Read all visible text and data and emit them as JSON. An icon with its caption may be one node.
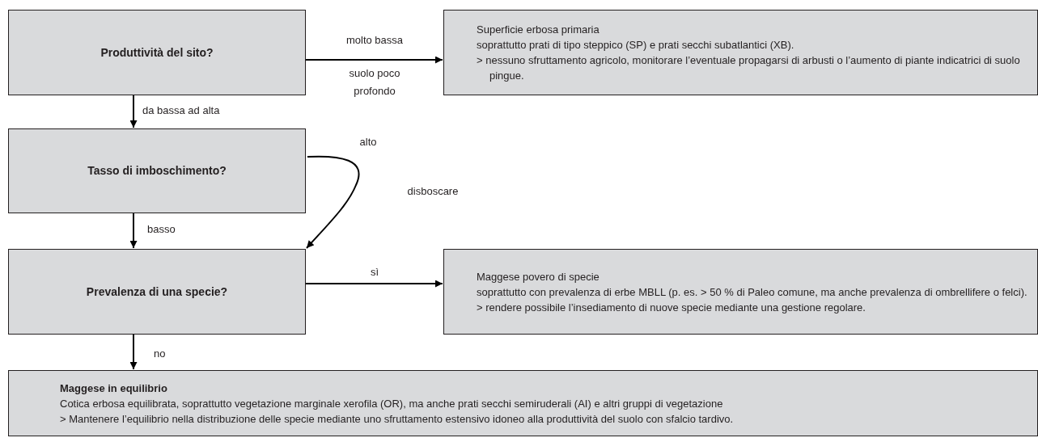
{
  "diagram": {
    "nodes": [
      {
        "text": [
          "Produttività del sito?"
        ]
      },
      {
        "text": [
          "Superficie erbosa primaria",
          "soprattutto prati di tipo steppico (SP) e prati secchi subatlantici (XB).",
          "> nessuno sfruttamento agricolo, monitorare l’eventuale propagarsi di arbusti o l’aumento di piante indicatrici di suolo pingue."
        ]
      },
      {
        "text": [
          "Tasso di imboschimento?"
        ]
      },
      {
        "text": [
          "Prevalenza di una specie?"
        ]
      },
      {
        "text": [
          "Maggese povero di specie",
          "soprattutto con prevalenza di erbe MBLL (p. es. > 50 % di Paleo comune, ma anche prevalenza di ombrellifere o felci).",
          "> rendere possibile l’insediamento di nuove specie mediante una gestione regolare."
        ]
      },
      {
        "text": [
          "Maggese in equilibrio",
          "Cotica erbosa equilibrata, soprattutto vegetazione marginale xerofila (OR), ma anche prati secchi semiruderali (AI) e altri gruppi di vegetazione",
          "> Mantenere l’equilibrio nella distribuzione delle specie mediante uno sfruttamento estensivo idoneo alla produttività del suolo con sfalcio tardivo."
        ]
      }
    ],
    "edges": [
      {
        "from": 0,
        "to": 1,
        "arrow": "to",
        "label": "molto bassa"
      },
      {
        "from": 0,
        "to": 2,
        "arrow": "to",
        "label": "da bassa ad alta"
      },
      {
        "from": 2,
        "to": 3,
        "arrow": "to",
        "label": "alto"
      },
      {
        "from": 2,
        "to": 3,
        "arrow": "to",
        "label": "basso"
      },
      {
        "from": 3,
        "to": 4,
        "arrow": "to",
        "label": "sì"
      },
      {
        "from": 3,
        "to": 5,
        "arrow": "to",
        "label": "no"
      }
    ],
    "labels": [
      "suolo poco profondo",
      "disboscare"
    ]
  }
}
